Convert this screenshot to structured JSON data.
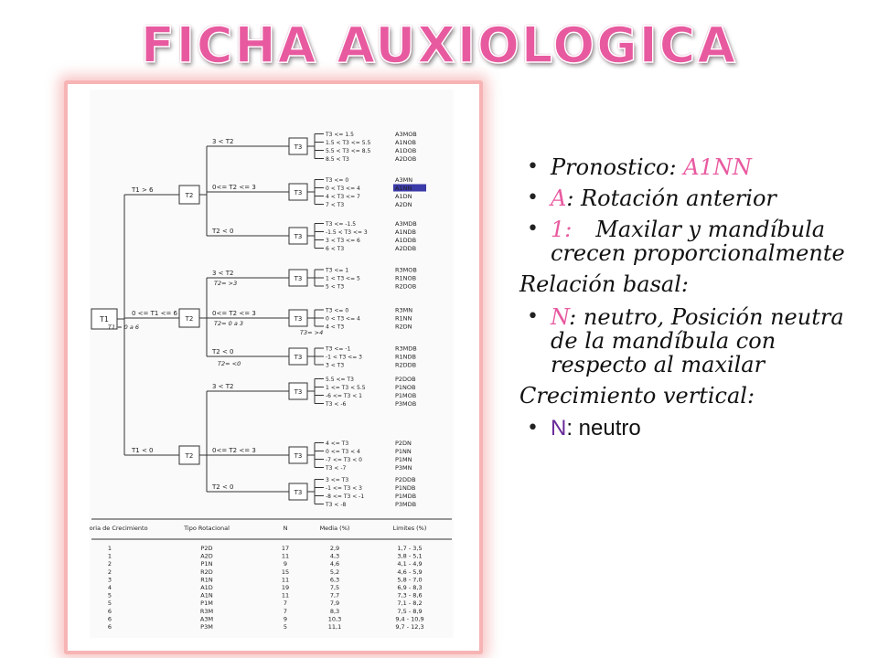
{
  "title": "FICHA AUXIOLOGICA",
  "tree": {
    "root": "T1",
    "level1": [
      {
        "cond": "T1 > 6",
        "node": "T2"
      },
      {
        "cond": "0 <= T1 <= 6",
        "node": "T2"
      },
      {
        "cond": "T1 < 0",
        "node": "T2"
      }
    ],
    "level2": [
      "3 < T2",
      "0<= T2 <= 3",
      "T2 < 0",
      "3 < T2",
      "0<= T2 <= 3",
      "T2 < 0",
      "3 < T2",
      "0<= T2 <= 3",
      "T2 < 0"
    ],
    "node3": "T3",
    "leaves": [
      [
        "T3 <= 1.5",
        "A3MOB"
      ],
      [
        "1.5 < T3 <= 5.5",
        "A1NOB"
      ],
      [
        "5.5 < T3 <= 8.5",
        "A1DOB"
      ],
      [
        "8.5 < T3",
        "A2DOB"
      ],
      [
        "T3 <= 0",
        "A3MN"
      ],
      [
        "0 < T3 <= 4",
        "A1NN"
      ],
      [
        "4 < T3 <= 7",
        "A1DN"
      ],
      [
        "7 < T3",
        "A2DN"
      ],
      [
        "T3 <= -1.5",
        "A3MDB"
      ],
      [
        "-1.5 < T3 <= 3",
        "A1NDB"
      ],
      [
        "3 < T3 <= 6",
        "A1DDB"
      ],
      [
        "6 < T3",
        "A2DDB"
      ],
      [
        "T3 <= 1",
        "R3MOB"
      ],
      [
        "1 < T3 <= 5",
        "R1NOB"
      ],
      [
        "5 < T3",
        "R2DOB"
      ],
      [
        "T3 <= 0",
        "R3MN"
      ],
      [
        "0 < T3 <= 4",
        "R1NN"
      ],
      [
        "4 < T3",
        "R2DN"
      ],
      [
        "T3 <= -1",
        "R3MDB"
      ],
      [
        "-1 < T3 <= 3",
        "R1NDB"
      ],
      [
        "3 < T3",
        "R2DDB"
      ],
      [
        "5.5 <= T3",
        "P2DOB"
      ],
      [
        "1 <= T3 < 5.5",
        "P1NOB"
      ],
      [
        "-6 <= T3 < 1",
        "P1MOB"
      ],
      [
        "T3 < -6",
        "P3MOB"
      ],
      [
        "4 <= T3",
        "P2DN"
      ],
      [
        "0 <= T3 < 4",
        "P1NN"
      ],
      [
        "-7 <= T3 < 0",
        "P1MN"
      ],
      [
        "T3 < -7",
        "P3MN"
      ],
      [
        "3 <= T3",
        "P2DDB"
      ],
      [
        "-1 <= T3 < 3",
        "P1NDB"
      ],
      [
        "-8 <= T3 < -1",
        "P1MDB"
      ],
      [
        "T3 < -8",
        "P3MDB"
      ]
    ],
    "highlight": "A1NN",
    "notes": [
      "T2= >3",
      "T2= 0 a 3",
      "T2= <0",
      "T1 = 0 a 6",
      "T3= >4"
    ]
  },
  "table": {
    "headers": [
      "Categoria de Crecimiento",
      "Tipo Rotacional",
      "N",
      "Media (%)",
      "Limites (%)"
    ],
    "rows": [
      [
        "1",
        "P2D",
        "17",
        "2,9",
        "1,7 - 3,5"
      ],
      [
        "1",
        "A2D",
        "11",
        "4,3",
        "3,8 - 5,1"
      ],
      [
        "2",
        "P1N",
        "9",
        "4,6",
        "4,1 - 4,9"
      ],
      [
        "2",
        "R2D",
        "15",
        "5,2",
        "4,6 - 5,9"
      ],
      [
        "3",
        "R1N",
        "11",
        "6,3",
        "5,8 - 7,0"
      ],
      [
        "4",
        "A1D",
        "19",
        "7,5",
        "6,9 - 8,3"
      ],
      [
        "5",
        "A1N",
        "11",
        "7,7",
        "7,3 - 8,6"
      ],
      [
        "5",
        "P1M",
        "7",
        "7,9",
        "7,1 - 8,2"
      ],
      [
        "6",
        "R3M",
        "7",
        "8,3",
        "7,5 - 8,9"
      ],
      [
        "6",
        "A3M",
        "9",
        "10,3",
        "9,4 - 10,9"
      ],
      [
        "6",
        "P3M",
        "5",
        "11,1",
        "9,7 - 12,3"
      ]
    ]
  },
  "bullets": {
    "pronostico_label": "Pronostico: ",
    "pronostico_value": "A1NN",
    "a_letter": "A",
    "a_text": ": Rotación anterior",
    "one_letter": "1:",
    "one_text": "Maxilar y mandíbula crecen proporcionalmente",
    "relacion_heading": "Relación basal:",
    "n_letter": "N",
    "n_text": ": neutro, Posición neutra de la mandíbula con respecto al maxilar",
    "crecimiento_heading": "Crecimiento vertical:",
    "n2_letter": "N",
    "n2_text": ": neutro"
  },
  "colors": {
    "accent": "#e85aa0",
    "frame": "#f7b4b4",
    "highlight": "#3a3aa8"
  }
}
